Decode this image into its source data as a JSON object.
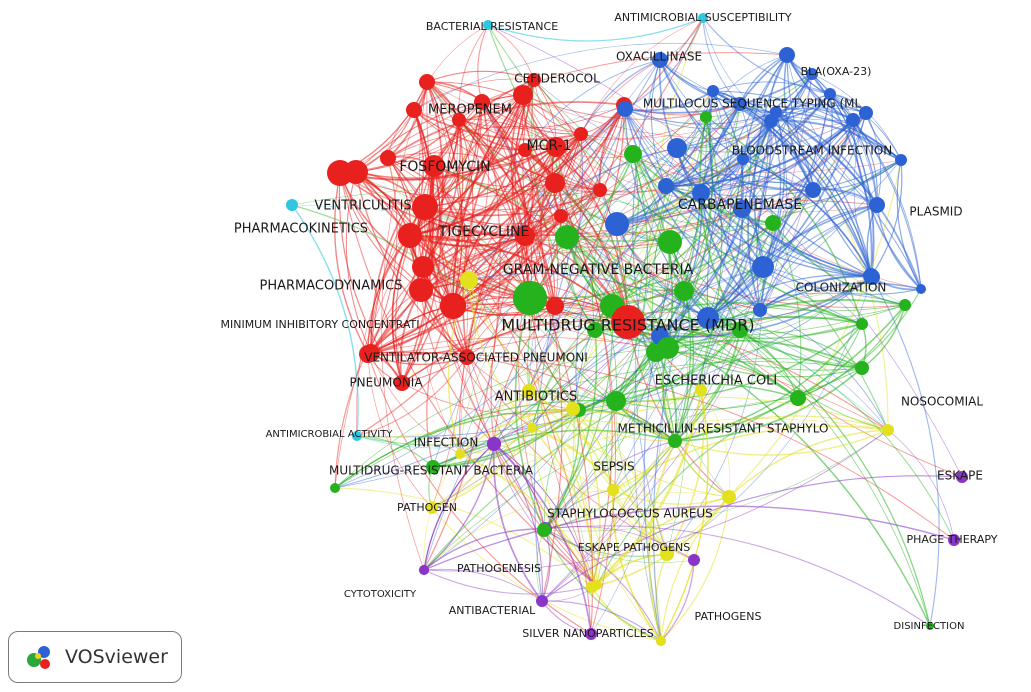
{
  "app": {
    "name": "VOSviewer"
  },
  "clusters": {
    "red": "#e8211f",
    "green": "#25b31d",
    "blue": "#2c62d4",
    "yellow": "#e3e01e",
    "purple": "#8a35c9",
    "cyan": "#2ec7df"
  },
  "nodes": [
    {
      "id": "mdr",
      "label": "MULTIDRUG RESISTANCE (MDR)",
      "cluster": "red",
      "weight": 10
    },
    {
      "id": "gnb",
      "label": "GRAM-NEGATIVE BACTERIA",
      "cluster": "green",
      "weight": 9
    },
    {
      "id": "carba",
      "label": "CARBAPENEMASE",
      "cluster": "blue",
      "weight": 7
    },
    {
      "id": "tige",
      "label": "TIGECYCLINE",
      "cluster": "red",
      "weight": 7
    },
    {
      "id": "fosfo",
      "label": "FOSFOMYCIN",
      "cluster": "red",
      "weight": 6
    },
    {
      "id": "mcr",
      "label": "MCR-1",
      "cluster": "red",
      "weight": 6
    },
    {
      "id": "ventric",
      "label": "VENTRICULITIS",
      "cluster": "red",
      "weight": 5
    },
    {
      "id": "pk",
      "label": "PHARMACOKINETICS",
      "cluster": "red",
      "weight": 6
    },
    {
      "id": "pd",
      "label": "PHARMACODYNAMICS",
      "cluster": "red",
      "weight": 6
    },
    {
      "id": "mero",
      "label": "MEROPENEM",
      "cluster": "red",
      "weight": 5
    },
    {
      "id": "cefi",
      "label": "CEFIDEROCOL",
      "cluster": "red",
      "weight": 4
    },
    {
      "id": "mic",
      "label": "MINIMUM INHIBITORY CONCENTRATI",
      "cluster": "red",
      "weight": 4
    },
    {
      "id": "vap",
      "label": "VENTILATOR-ASSOCIATED PNEUMONI",
      "cluster": "red",
      "weight": 5
    },
    {
      "id": "pneu",
      "label": "PNEUMONIA",
      "cluster": "red",
      "weight": 4
    },
    {
      "id": "oxa",
      "label": "OXACILLINASE",
      "cluster": "blue",
      "weight": 4
    },
    {
      "id": "blaoxa",
      "label": "BLA(OXA-23)",
      "cluster": "blue",
      "weight": 4
    },
    {
      "id": "mlst",
      "label": "MULTILOCUS SEQUENCE TYPING (ML",
      "cluster": "blue",
      "weight": 4
    },
    {
      "id": "bsi",
      "label": "BLOODSTREAM INFECTION",
      "cluster": "blue",
      "weight": 4
    },
    {
      "id": "plasmid",
      "label": "PLASMID",
      "cluster": "blue",
      "weight": 4
    },
    {
      "id": "colon",
      "label": "COLONIZATION",
      "cluster": "blue",
      "weight": 4
    },
    {
      "id": "ecoli",
      "label": "ESCHERICHIA COLI",
      "cluster": "green",
      "weight": 5
    },
    {
      "id": "abx",
      "label": "ANTIBIOTICS",
      "cluster": "green",
      "weight": 5
    },
    {
      "id": "mrsa",
      "label": "METHICILLIN-RESISTANT STAPHYLO",
      "cluster": "green",
      "weight": 4
    },
    {
      "id": "mdrb",
      "label": "MULTIDRUG-RESISTANT BACTERIA",
      "cluster": "green",
      "weight": 4
    },
    {
      "id": "staph",
      "label": "STAPHYLOCOCCUS AUREUS",
      "cluster": "green",
      "weight": 4
    },
    {
      "id": "nosoc",
      "label": "NOSOCOMIAL",
      "cluster": "yellow",
      "weight": 3
    },
    {
      "id": "sepsis",
      "label": "SEPSIS",
      "cluster": "yellow",
      "weight": 3
    },
    {
      "id": "pathogen",
      "label": "PATHOGEN",
      "cluster": "yellow",
      "weight": 3
    },
    {
      "id": "eskpath",
      "label": "ESKAPE PATHOGENS",
      "cluster": "yellow",
      "weight": 4
    },
    {
      "id": "pathogenesis",
      "label": "PATHOGENESIS",
      "cluster": "yellow",
      "weight": 3
    },
    {
      "id": "pathogens",
      "label": "PATHOGENS",
      "cluster": "yellow",
      "weight": 3
    },
    {
      "id": "infection",
      "label": "INFECTION",
      "cluster": "purple",
      "weight": 4
    },
    {
      "id": "eskape",
      "label": "ESKAPE",
      "cluster": "purple",
      "weight": 3
    },
    {
      "id": "phage",
      "label": "PHAGE THERAPY",
      "cluster": "purple",
      "weight": 3
    },
    {
      "id": "cyto",
      "label": "CYTOTOXICITY",
      "cluster": "purple",
      "weight": 3
    },
    {
      "id": "antibac",
      "label": "ANTIBACTERIAL",
      "cluster": "purple",
      "weight": 3
    },
    {
      "id": "silver",
      "label": "SILVER NANOPARTICLES",
      "cluster": "purple",
      "weight": 3
    },
    {
      "id": "disinf",
      "label": "DISINFECTION",
      "cluster": "green",
      "weight": 3
    },
    {
      "id": "antiact",
      "label": "ANTIMICROBIAL ACTIVITY",
      "cluster": "cyan",
      "weight": 3
    },
    {
      "id": "bacres",
      "label": "BACTERIAL RESISTANCE",
      "cluster": "cyan",
      "weight": 3
    },
    {
      "id": "antisus",
      "label": "ANTIMICROBIAL SUSCEPTIBILITY",
      "cluster": "cyan",
      "weight": 3
    }
  ]
}
